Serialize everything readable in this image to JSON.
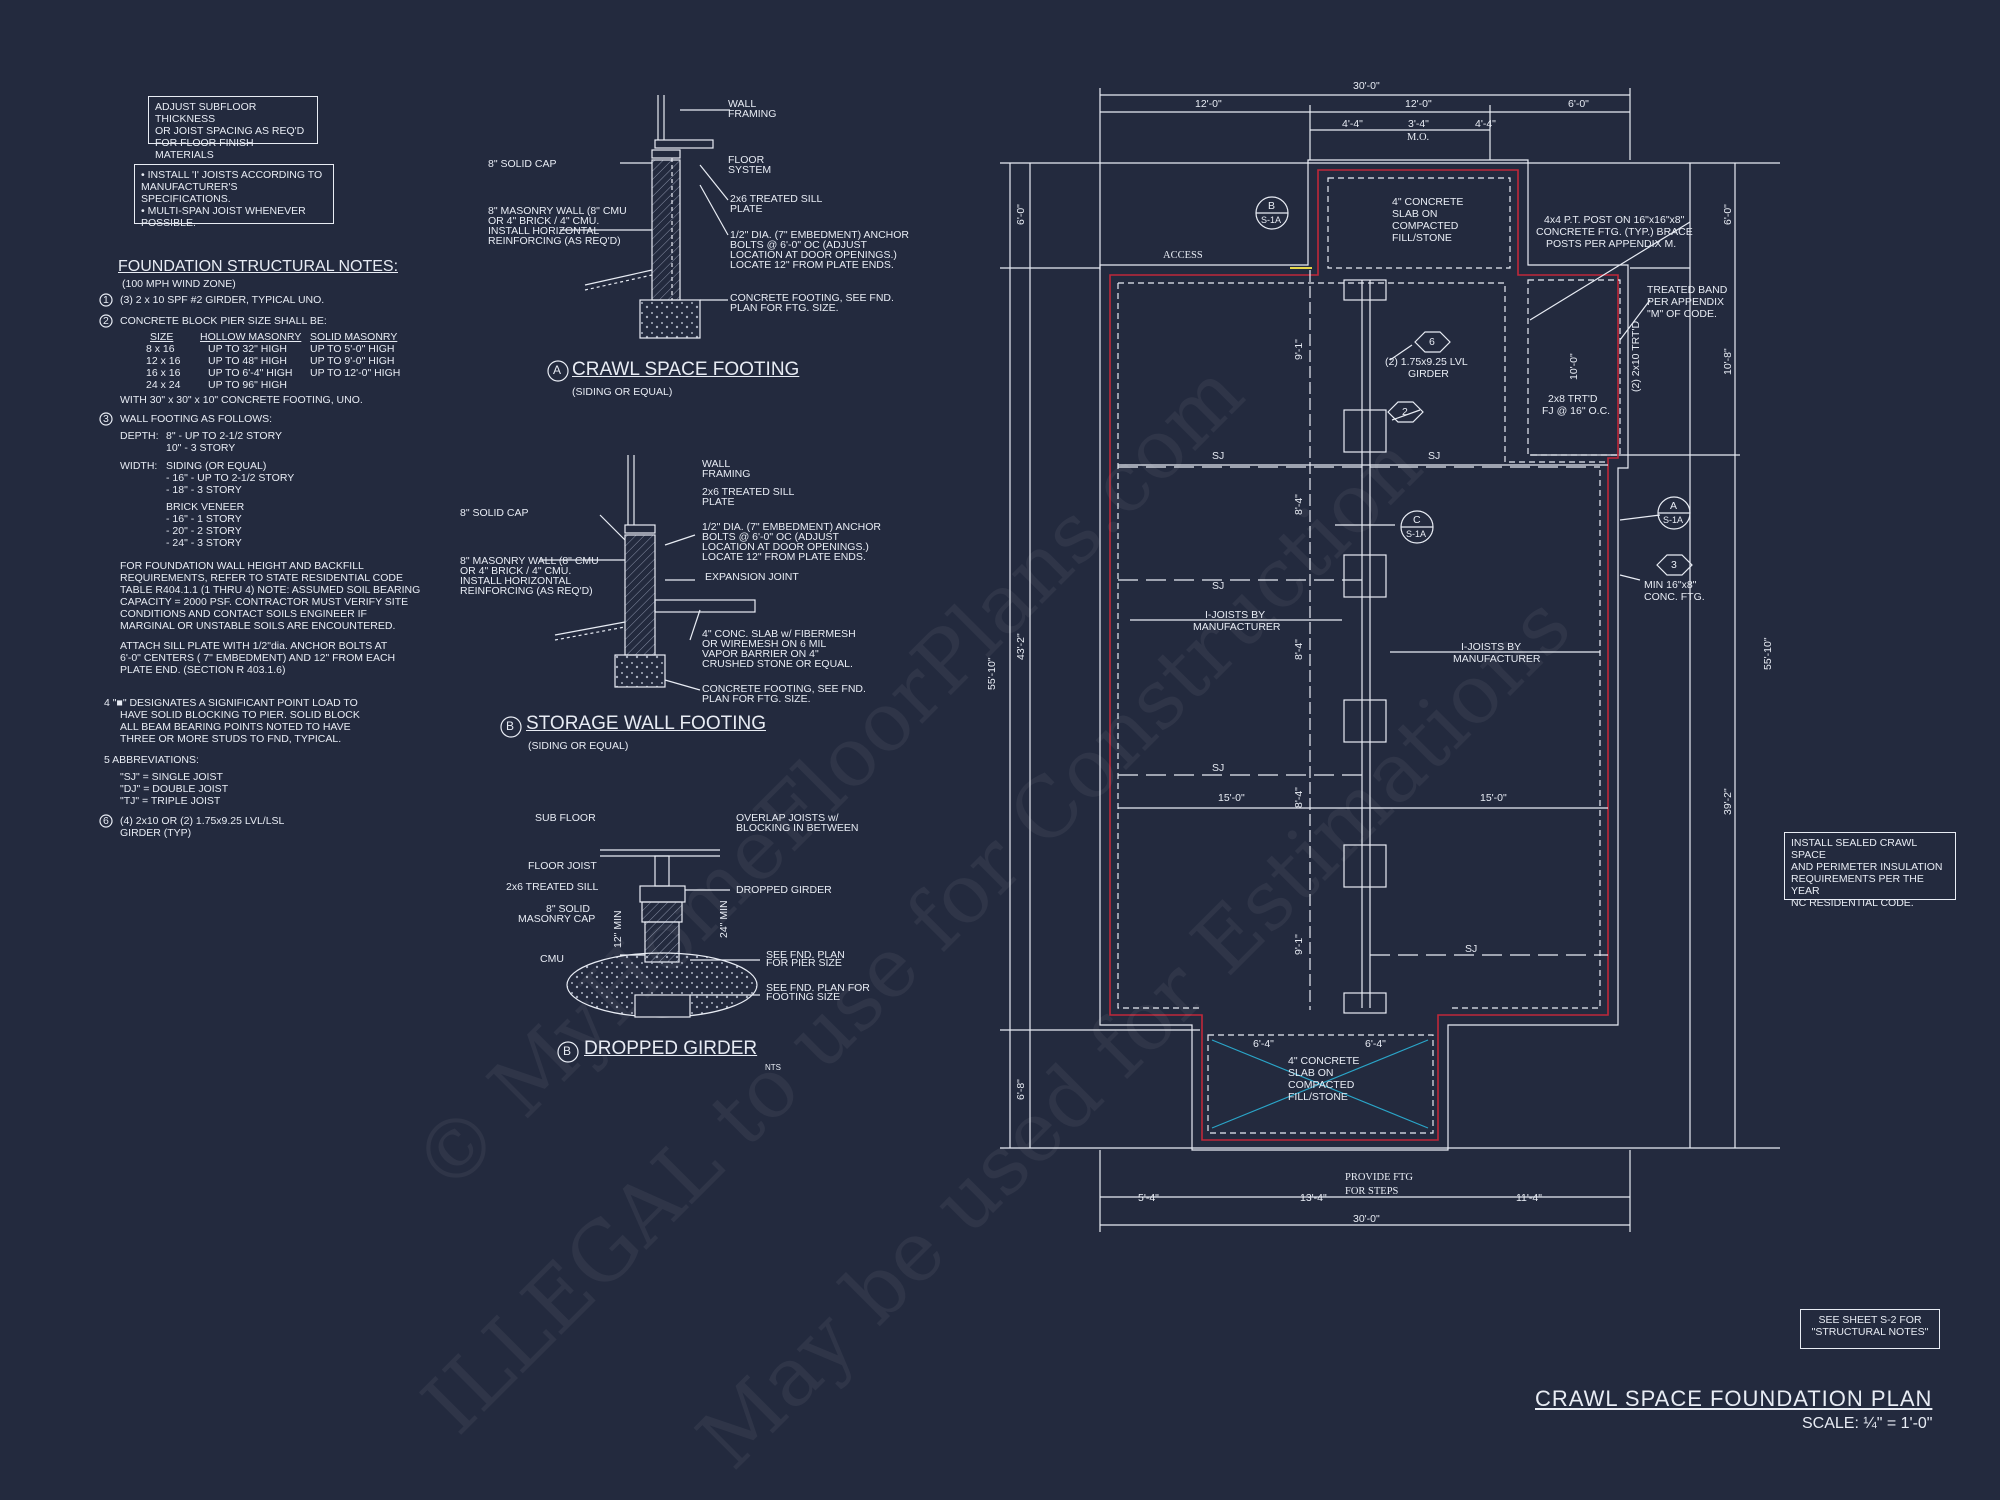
{
  "notes_top": {
    "box1": [
      "ADJUST SUBFLOOR THICKNESS",
      "OR JOIST SPACING AS REQ'D",
      "FOR FLOOR FINISH MATERIALS"
    ],
    "box2": [
      "• INSTALL 'I' JOISTS ACCORDING TO",
      "  MANUFACTURER'S SPECIFICATIONS.",
      "• MULTI-SPAN JOIST WHENEVER",
      "  POSSIBLE."
    ]
  },
  "structural_notes": {
    "title": "FOUNDATION STRUCTURAL NOTES:",
    "subtitle": "(100 MPH WIND ZONE)",
    "n1": "(3) 2 x 10 SPF #2 GIRDER, TYPICAL UNO.",
    "n2": "CONCRETE BLOCK PIER SIZE SHALL BE:",
    "pier_headers": [
      "SIZE",
      "HOLLOW MASONRY",
      "SOLID MASONRY"
    ],
    "pier_rows": [
      [
        "8 x 16",
        "UP TO 32\" HIGH",
        "UP TO 5'-0\" HIGH"
      ],
      [
        "12 x 16",
        "UP TO 48\" HIGH",
        "UP TO 9'-0\" HIGH"
      ],
      [
        "16 x 16",
        "UP TO 6'-4\" HIGH",
        "UP TO 12'-0\" HIGH"
      ],
      [
        "24 x 24",
        "UP TO 96\" HIGH",
        ""
      ]
    ],
    "pier_footer": "WITH 30\" x 30\" x 10\" CONCRETE FOOTING, UNO.",
    "n3": "WALL FOOTING AS FOLLOWS:",
    "depth_label": "DEPTH:",
    "depth": [
      "8\" - UP TO 2-1/2 STORY",
      "10\" - 3 STORY"
    ],
    "width_label": "WIDTH:",
    "width": [
      "SIDING (OR EQUAL)",
      "- 16\" - UP TO 2-1/2 STORY",
      "- 18\" - 3 STORY"
    ],
    "brick": [
      "BRICK VENEER",
      "- 16\" - 1 STORY",
      "- 20\" - 2 STORY",
      "- 24\" - 3 STORY"
    ],
    "para1": [
      "FOR FOUNDATION WALL HEIGHT AND BACKFILL",
      "REQUIREMENTS, REFER TO STATE RESIDENTIAL CODE",
      "TABLE R404.1.1 (1 THRU 4) NOTE: ASSUMED SOIL BEARING",
      "CAPACITY = 2000 PSF. CONTRACTOR MUST VERIFY SITE",
      "CONDITIONS AND CONTACT SOILS ENGINEER IF",
      "MARGINAL OR UNSTABLE SOILS ARE ENCOUNTERED."
    ],
    "para2": [
      "ATTACH SILL PLATE WITH 1/2\"dia. ANCHOR BOLTS AT",
      "6'-0\" CENTERS ( 7\" EMBEDMENT) AND 12\" FROM EACH",
      "PLATE END. (SECTION R 403.1.6)"
    ],
    "n4": [
      "4  \"■\" DESIGNATES A SIGNIFICANT POINT LOAD TO",
      "HAVE SOLID BLOCKING TO PIER.  SOLID BLOCK",
      "ALL BEAM BEARING POINTS NOTED TO HAVE",
      "THREE OR MORE STUDS TO FND, TYPICAL."
    ],
    "n5": [
      "5  ABBREVIATIONS:",
      "\"SJ\" = SINGLE JOIST",
      "\"DJ\" = DOUBLE JOIST",
      "\"TJ\" = TRIPLE JOIST"
    ],
    "n6": [
      "(4) 2x10 OR (2) 1.75x9.25 LVL/LSL",
      "GIRDER (TYP)"
    ]
  },
  "detail_a": {
    "title": "CRAWL SPACE FOOTING",
    "subtitle": "(SIDING OR EQUAL)",
    "letter": "A",
    "labels": {
      "wall": [
        "WALL",
        "FRAMING"
      ],
      "cap": "8\" SOLID CAP",
      "floor": [
        "FLOOR",
        "SYSTEM"
      ],
      "sill": [
        "2x6 TREATED SILL",
        "PLATE"
      ],
      "masonry": [
        "8\" MASONRY WALL (8\" CMU",
        "OR 4\" BRICK / 4\" CMU.",
        "INSTALL HORIZONTAL",
        "REINFORCING (AS REQ'D)"
      ],
      "anchor": [
        "1/2\" DIA. (7\" EMBEDMENT) ANCHOR",
        "BOLTS @ 6'-0\" OC (ADJUST",
        "LOCATION AT DOOR OPENINGS.)",
        "LOCATE 12\" FROM PLATE ENDS."
      ],
      "footing": [
        "CONCRETE FOOTING, SEE FND.",
        "PLAN FOR FTG. SIZE."
      ]
    }
  },
  "detail_b": {
    "title": "STORAGE WALL FOOTING",
    "subtitle": "(SIDING OR EQUAL)",
    "letter": "B",
    "labels": {
      "wall": [
        "WALL",
        "FRAMING"
      ],
      "sill": [
        "2x6 TREATED SILL",
        "PLATE"
      ],
      "cap": "8\" SOLID CAP",
      "anchor": [
        "1/2\" DIA. (7\" EMBEDMENT) ANCHOR",
        "BOLTS @ 6'-0\" OC (ADJUST",
        "LOCATION AT DOOR OPENINGS.)",
        "LOCATE 12\" FROM PLATE ENDS."
      ],
      "masonry": [
        "8\" MASONRY WALL (8\" CMU",
        "OR 4\" BRICK / 4\" CMU.",
        "INSTALL HORIZONTAL",
        "REINFORCING (AS REQ'D)"
      ],
      "expansion": "EXPANSION JOINT",
      "slab": [
        "4\" CONC. SLAB w/ FIBERMESH",
        "OR WIREMESH ON 6 MIL",
        "VAPOR BARRIER ON 4\"",
        "CRUSHED STONE OR EQUAL."
      ],
      "footing": [
        "CONCRETE FOOTING, SEE FND.",
        "PLAN FOR FTG. SIZE."
      ]
    }
  },
  "detail_c": {
    "title": "DROPPED GIRDER",
    "subtitle": "NTS",
    "letter": "B",
    "labels": {
      "subfloor": "SUB FLOOR",
      "overlap": [
        "OVERLAP JOISTS w/",
        "BLOCKING IN BETWEEN"
      ],
      "joist": "FLOOR JOIST",
      "sill": "2x6 TREATED SILL",
      "dropped": "DROPPED GIRDER",
      "cap": [
        "8\" SOLID",
        "MASONRY CAP"
      ],
      "min12": "12\" MIN",
      "min24": "24\" MIN",
      "cmu": "CMU",
      "pier": [
        "SEE FND. PLAN",
        "FOR PIER SIZE"
      ],
      "ftg": [
        "SEE FND. PLAN FOR",
        "FOOTING SIZE"
      ]
    }
  },
  "plan": {
    "dims_top": {
      "overall": "30'-0\"",
      "left": "12'-0\"",
      "mid": "12'-0\"",
      "right": "6'-0\"",
      "a": "4'-4\"",
      "b": "3'-4\"",
      "c": "4'-4\"",
      "mo": "M.O."
    },
    "dims_bottom": {
      "a": "5'-4\"",
      "b": "13'-4\"",
      "c": "11'-4\"",
      "overall": "30'-0\""
    },
    "dims_left": {
      "top": "6'-0\"",
      "mid": "43'-2\"",
      "bot": "6'-8\"",
      "overall": "55'-10\""
    },
    "dims_right": {
      "top": "6'-0\"",
      "a": "10'-8\"",
      "b": "39'-2\"",
      "overall": "55'-10\""
    },
    "dims_inner": {
      "v1": "9'-1\"",
      "v2": "8'-4\"",
      "v3": "8'-4\"",
      "v4": "8'-4\"",
      "v5": "9'-1\"",
      "h1": "15'-0\"",
      "h2": "15'-0\"",
      "storage_h": "10'-0\"",
      "p1": "6'-4\"",
      "p2": "6'-4\""
    },
    "access": "ACCESS",
    "slab_top": [
      "4\" CONCRETE",
      "SLAB ON",
      "COMPACTED",
      "FILL/STONE"
    ],
    "slab_bottom": [
      "4\" CONCRETE",
      "SLAB ON",
      "COMPACTED",
      "FILL/STONE"
    ],
    "post_note": [
      "4x4 P.T. POST ON 16\"x16\"x8\"",
      "CONCRETE FTG. (TYP.) BRACE",
      "POSTS PER APPENDIX M."
    ],
    "band_note": [
      "TREATED BAND",
      "PER APPENDIX",
      "\"M\" OF CODE."
    ],
    "trtd": "(2) 2x10 TRT'D",
    "fj": [
      "2x8 TRT'D",
      "FJ @ 16\" O.C."
    ],
    "girder": [
      "(2) 1.75x9.25 LVL",
      "GIRDER"
    ],
    "ijoists_left": [
      "I-JOISTS BY",
      "MANUFACTURER"
    ],
    "ijoists_right": [
      "I-JOISTS BY",
      "MANUFACTURER"
    ],
    "sj": "SJ",
    "ftg_note": [
      "MIN 16\"x8\"",
      "CONC. FTG."
    ],
    "steps": [
      "PROVIDE FTG",
      "FOR STEPS"
    ],
    "tag_b": [
      "B",
      "S-1A"
    ],
    "tag_c": [
      "C",
      "S-1A"
    ],
    "tag_a": [
      "A",
      "S-1A"
    ],
    "tag_6": "6",
    "tag_2": "2",
    "tag_3": "3"
  },
  "insulation_note": [
    "INSTALL SEALED CRAWL SPACE",
    "AND PERIMETER INSULATION",
    "REQUIREMENTS PER THE YEAR",
    "NC RESIDENTIAL CODE."
  ],
  "see_sheet": [
    "SEE SHEET S-2 FOR",
    "\"STRUCTURAL NOTES\""
  ],
  "title_block": {
    "title": "CRAWL SPACE FOUNDATION PLAN",
    "scale": "SCALE: ¼\" = 1'-0\""
  },
  "watermark": [
    "© MyHomeFloorPlans.com",
    "ILLEGAL to use for Construction",
    "May be used for Estimations"
  ],
  "colors": {
    "background": "#232a3e",
    "line": "#e8ecf4",
    "wall_red": "#c0283a",
    "cross": "#2aa5c8"
  }
}
